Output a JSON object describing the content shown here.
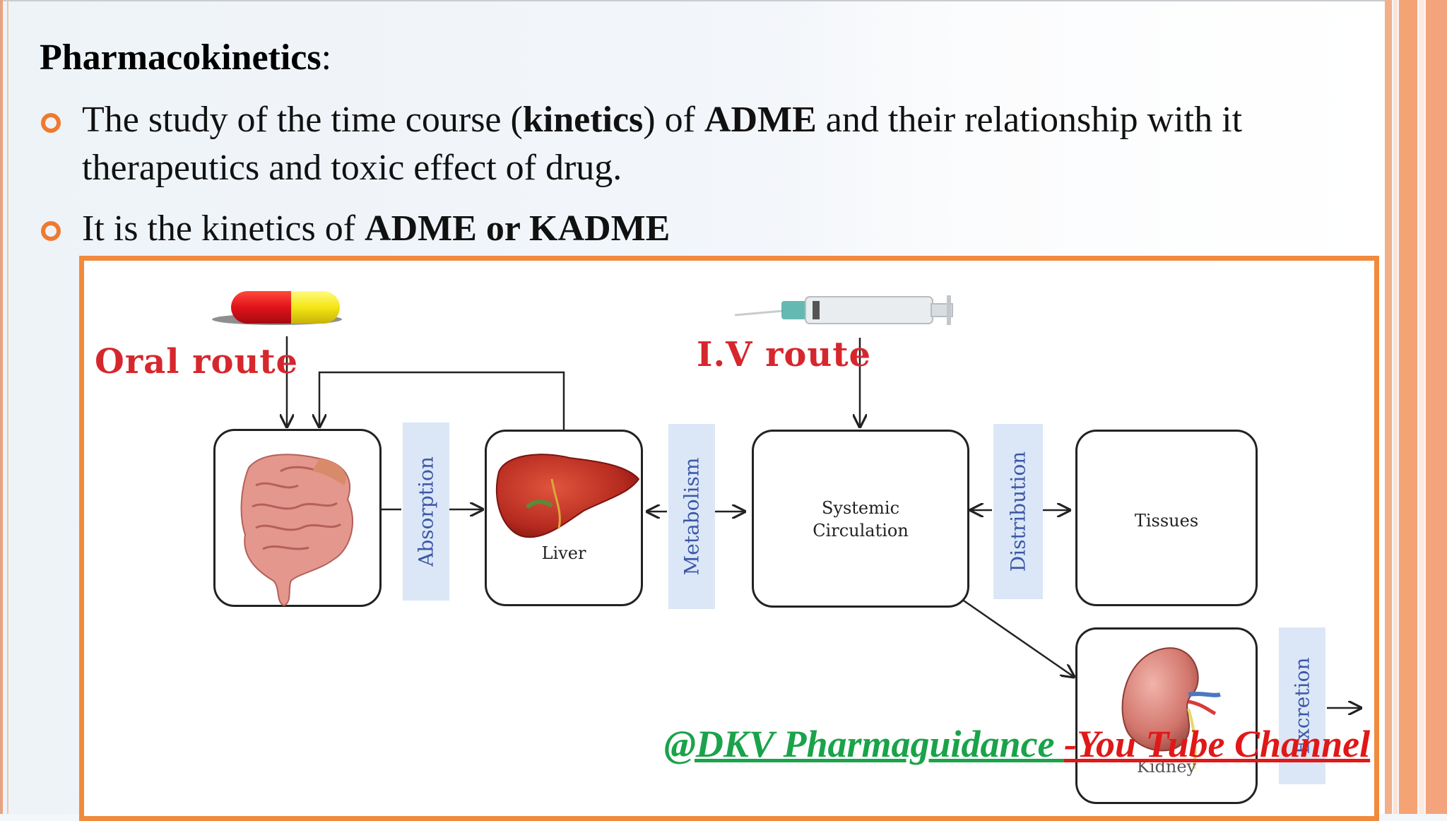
{
  "slide": {
    "title_bold": "Pharmacokinetics",
    "title_suffix": ":",
    "bullets": [
      {
        "p1": "The study of the time course (",
        "b1": "kinetics",
        "p2": ") of ",
        "b2": "ADME",
        "p3": " and their relationship with it",
        "line2": "therapeutics and toxic effect of drug."
      },
      {
        "p1": "It is the kinetics of ",
        "b1": "ADME or KADME"
      }
    ]
  },
  "diagram": {
    "oral_route": "Oral route",
    "iv_route": "I.V route",
    "liver_label": "Liver",
    "systemic_line1": "Systemic",
    "systemic_line2": "Circulation",
    "tissues_label": "Tissues",
    "kidney_label": "Kidney",
    "processes": {
      "absorption": "Absorption",
      "metabolism": "Metabolism",
      "distribution": "Distribution",
      "excretion": "Excretion"
    },
    "icons": [
      "capsule-icon",
      "syringe-icon",
      "intestine-icon",
      "liver-icon",
      "kidney-icon"
    ]
  },
  "watermark": {
    "part1": "@DKV Pharmaguidance ",
    "part2": "-You Tube Channel"
  },
  "colors": {
    "accent_orange": "#f08a3c",
    "route_red": "#d6272d",
    "process_blue": "#3b57a8",
    "band_blue": "#dbe7f6",
    "watermark_green": "#1aa34a",
    "watermark_red": "#e01818"
  }
}
